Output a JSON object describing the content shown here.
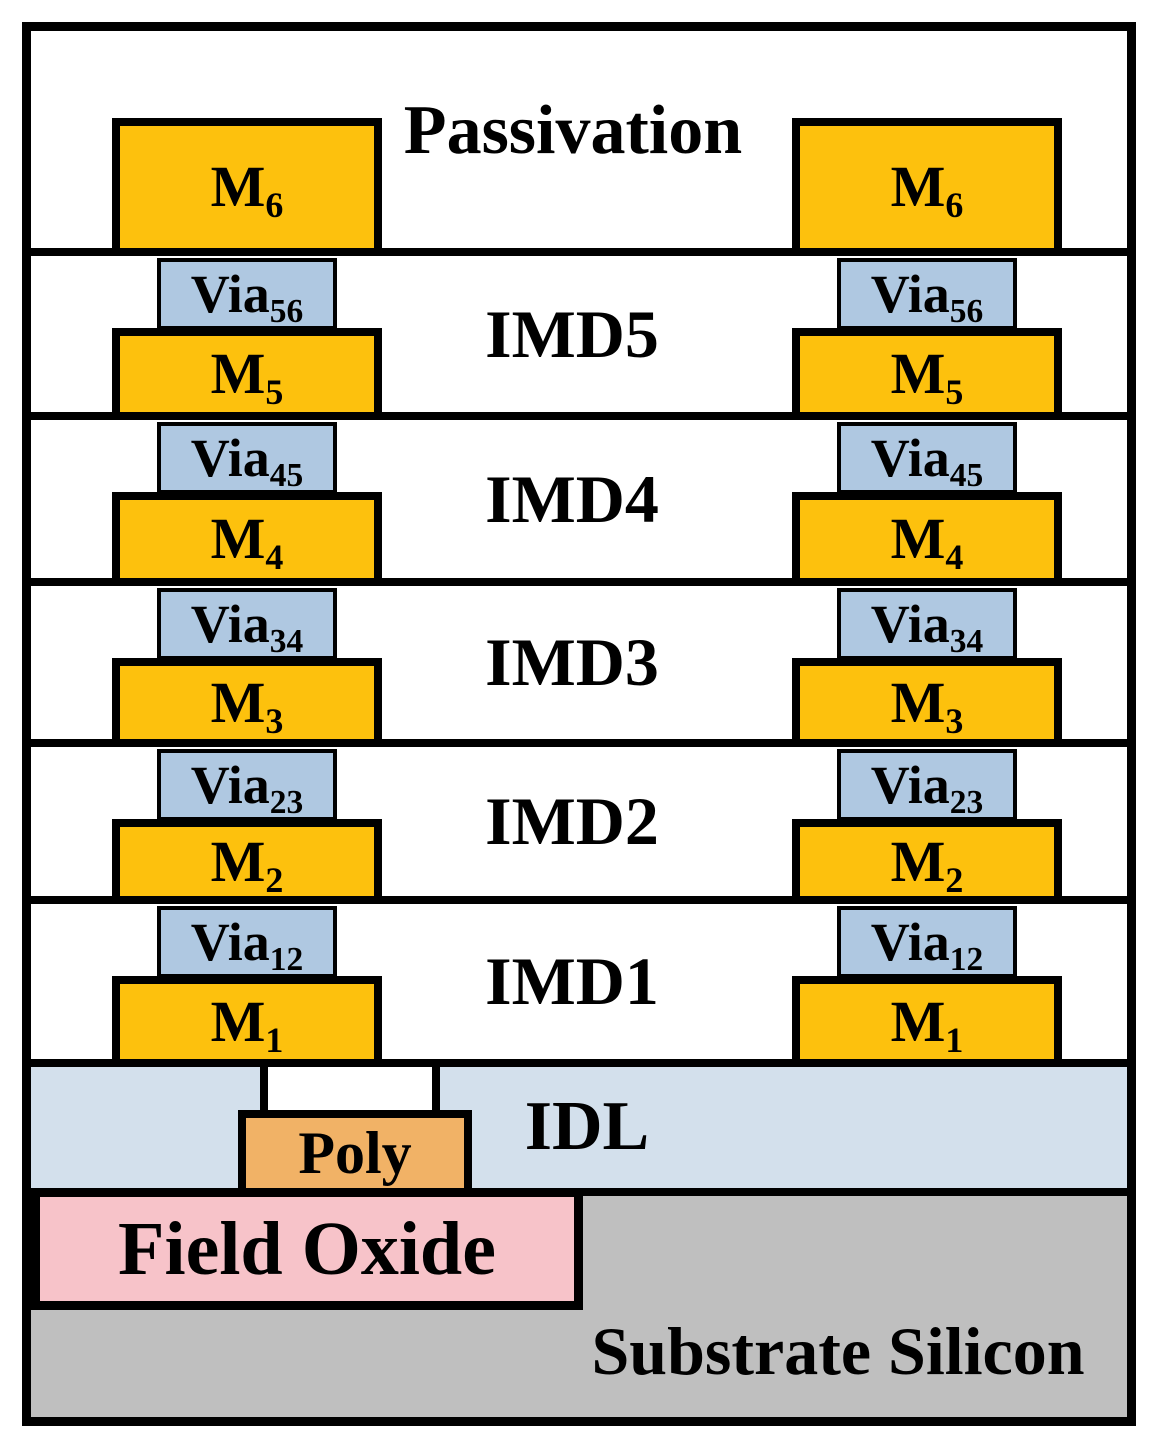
{
  "title_labels": {
    "passivation": "Passivation",
    "idl": "IDL",
    "poly": "Poly",
    "field_oxide": "Field Oxide",
    "substrate": "Substrate Silicon"
  },
  "top_metal": {
    "base": "M",
    "sub": "6"
  },
  "bands": [
    {
      "imd_label": "IMD5",
      "via_base": "Via",
      "via_sub": "56",
      "metal_base": "M",
      "metal_sub": "5"
    },
    {
      "imd_label": "IMD4",
      "via_base": "Via",
      "via_sub": "45",
      "metal_base": "M",
      "metal_sub": "4"
    },
    {
      "imd_label": "IMD3",
      "via_base": "Via",
      "via_sub": "34",
      "metal_base": "M",
      "metal_sub": "3"
    },
    {
      "imd_label": "IMD2",
      "via_base": "Via",
      "via_sub": "23",
      "metal_base": "M",
      "metal_sub": "2"
    },
    {
      "imd_label": "IMD1",
      "via_base": "Via",
      "via_sub": "12",
      "metal_base": "M",
      "metal_sub": "1"
    }
  ],
  "colors": {
    "metal": "#FDC10D",
    "via": "#AFC8E1",
    "idl": "#D3E0EC",
    "poly": "#F1B266",
    "field_oxide": "#F7C3C9",
    "substrate": "#BFBFBF",
    "line": "#000000",
    "background": "#FFFFFF"
  }
}
